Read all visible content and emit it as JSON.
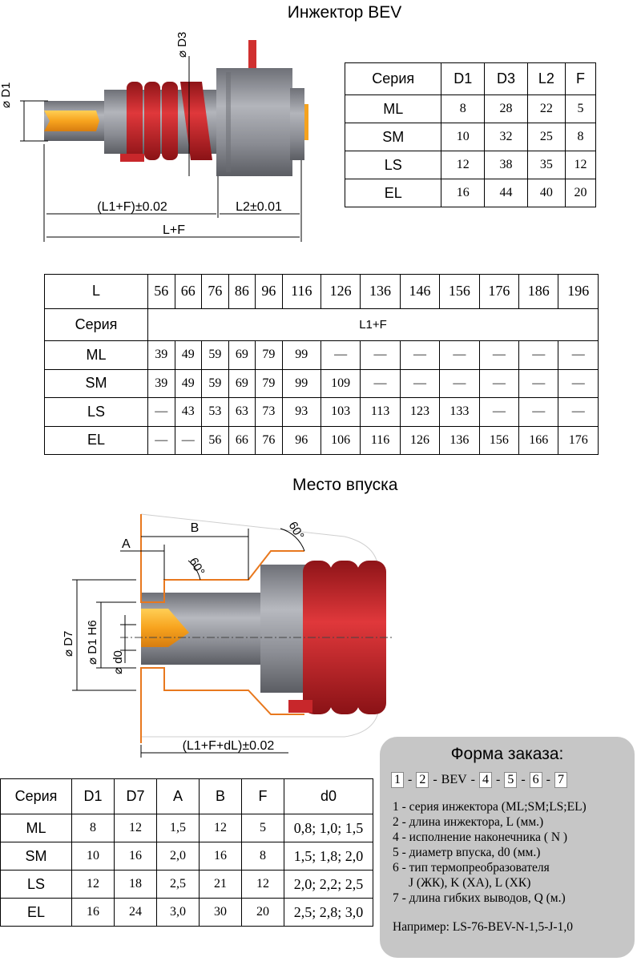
{
  "title_injector": "Инжектор BEV",
  "title_inlet": "Место впуска",
  "drawing1": {
    "d1": "D1",
    "d3": "D3",
    "l1f_tol": "(L1+F)±0.02",
    "l2_tol": "L2±0.01",
    "lf": "L+F"
  },
  "drawing2": {
    "a": "A",
    "b": "B",
    "angle1": "60°",
    "angle2": "60°",
    "d7": "D7",
    "d1h6": "D1 H6",
    "d0": "d0",
    "l1fdl_tol": "(L1+F+dL)±0.02"
  },
  "table_series_dims": {
    "headers": [
      "Серия",
      "D1",
      "D3",
      "L2",
      "F"
    ],
    "rows": [
      [
        "ML",
        "8",
        "28",
        "22",
        "5"
      ],
      [
        "SM",
        "10",
        "32",
        "25",
        "8"
      ],
      [
        "LS",
        "12",
        "38",
        "35",
        "12"
      ],
      [
        "EL",
        "16",
        "44",
        "40",
        "20"
      ]
    ]
  },
  "table_lengths": {
    "l_label": "L",
    "l_values": [
      "56",
      "66",
      "76",
      "86",
      "96",
      "116",
      "126",
      "136",
      "146",
      "156",
      "176",
      "186",
      "196"
    ],
    "series_label": "Серия",
    "l1f_label": "L1+F",
    "rows": [
      {
        "name": "ML",
        "values": [
          "39",
          "49",
          "59",
          "69",
          "79",
          "99",
          "—",
          "—",
          "—",
          "—",
          "—",
          "—",
          "—"
        ]
      },
      {
        "name": "SM",
        "values": [
          "39",
          "49",
          "59",
          "69",
          "79",
          "99",
          "109",
          "—",
          "—",
          "—",
          "—",
          "—",
          "—"
        ]
      },
      {
        "name": "LS",
        "values": [
          "—",
          "43",
          "53",
          "63",
          "73",
          "93",
          "103",
          "113",
          "123",
          "133",
          "—",
          "—",
          "—"
        ]
      },
      {
        "name": "EL",
        "values": [
          "—",
          "—",
          "56",
          "66",
          "76",
          "96",
          "106",
          "116",
          "126",
          "136",
          "156",
          "166",
          "176"
        ]
      }
    ]
  },
  "table_inlet": {
    "headers": [
      "Серия",
      "D1",
      "D7",
      "A",
      "B",
      "F",
      "d0"
    ],
    "rows": [
      [
        "ML",
        "8",
        "12",
        "1,5",
        "12",
        "5",
        "0,8; 1,0; 1,5"
      ],
      [
        "SM",
        "10",
        "16",
        "2,0",
        "16",
        "8",
        "1,5; 1,8; 2,0"
      ],
      [
        "LS",
        "12",
        "18",
        "2,5",
        "21",
        "12",
        "2,0; 2,2; 2,5"
      ],
      [
        "EL",
        "16",
        "24",
        "3,0",
        "30",
        "20",
        "2,5; 2,8; 3,0"
      ]
    ]
  },
  "order_form": {
    "title": "Форма заказа:",
    "code": {
      "b1": "1",
      "b2": "2",
      "mid": "BEV",
      "b4": "4",
      "b5": "5",
      "b6": "6",
      "b7": "7",
      "dash": "-"
    },
    "lines": [
      "1 - серия инжектора (ML;SM;LS;EL)",
      "2 - длина инжектора, L (мм.)",
      "4 - исполнение наконечника ( N )",
      "5 - диаметр впуска, d0 (мм.)",
      "6 - тип термопреобразователя",
      "J (ЖК), K (ХА), L (ХК)",
      "7 - длина гибких выводов, Q (м.)"
    ],
    "example": "Например: LS-76-BEV-N-1,5-J-1,0"
  },
  "colors": {
    "nozzle": "#f5a21e",
    "heater": "#c8272b",
    "body": "#8e9097",
    "orange_line": "#e8781e"
  }
}
